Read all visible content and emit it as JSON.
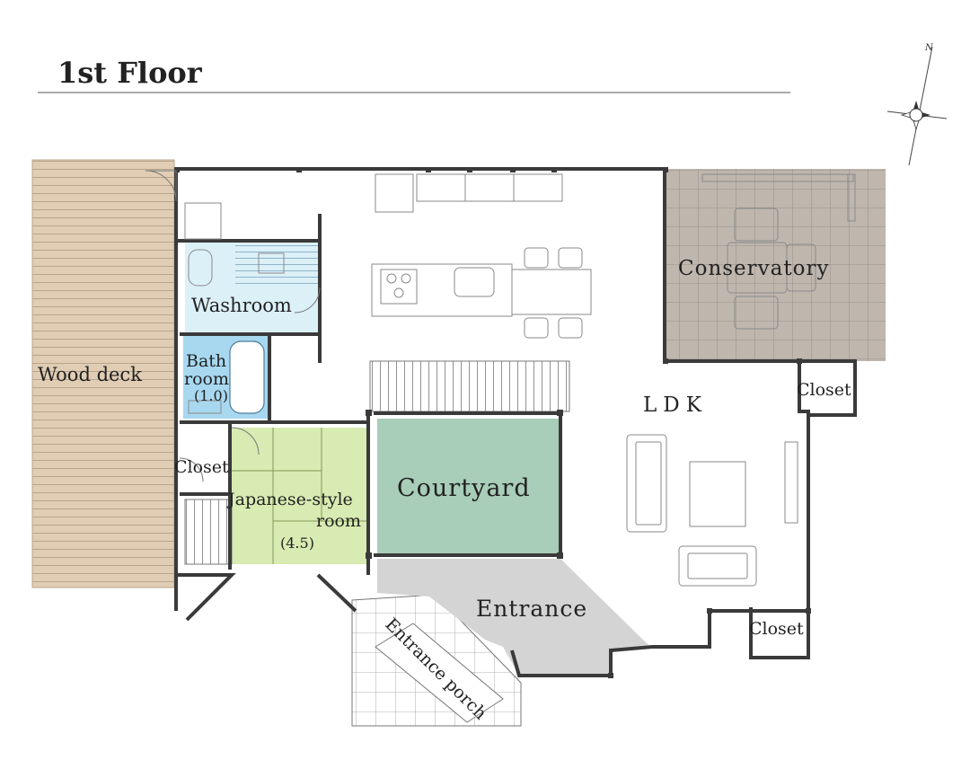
{
  "title": "1st Floor",
  "compass": {
    "north_label": "N"
  },
  "rooms": {
    "wood_deck": "Wood deck",
    "washroom": "Washroom",
    "bathroom_line1": "Bath",
    "bathroom_line2": "room",
    "bathroom_size": "(1.0)",
    "closet_left": "Closet",
    "japanese_line1": "Japanese-style",
    "japanese_line2": "room",
    "japanese_size": "(4.5)",
    "courtyard": "Courtyard",
    "entrance": "Entrance",
    "entrance_porch": "Entrance porch",
    "ldk": "LDK",
    "conservatory": "Conservatory",
    "closet_upper_right": "Closet",
    "closet_lower_right": "Closet"
  },
  "colors": {
    "wood_deck": "#e0cdb4",
    "wood_deck_lines": "#b9a58c",
    "washroom": "#dcf0f8",
    "bathroom": "#a8d8f0",
    "japanese_room": "#d8ebb2",
    "courtyard": "#a8cdb8",
    "entrance": "#d4d4d4",
    "conservatory": "#bfb6ae",
    "wall": "#3a3a3a",
    "furniture": "#8a8a8a"
  }
}
